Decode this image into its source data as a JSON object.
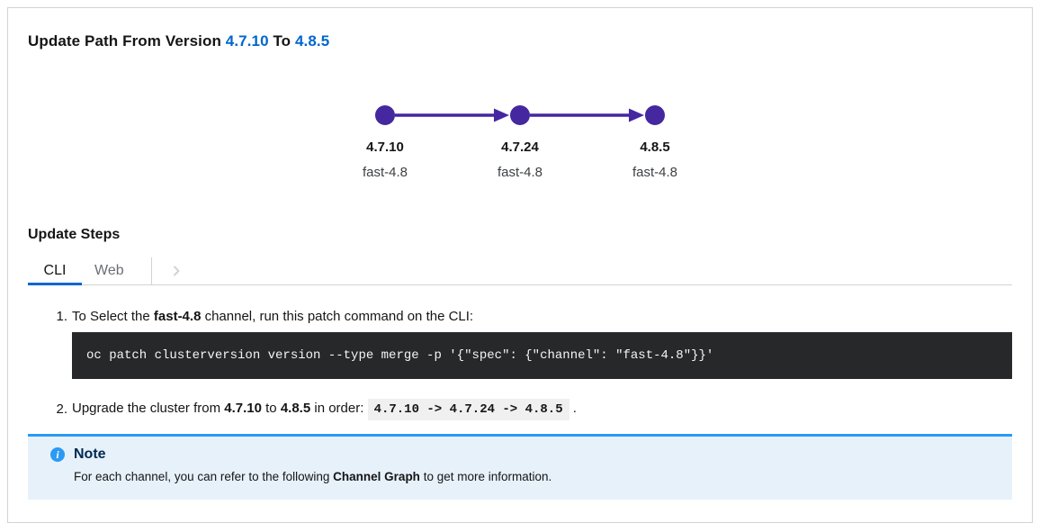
{
  "title": {
    "prefix": "Update Path From Version ",
    "from_version": "4.7.10",
    "middle": " To ",
    "to_version": "4.8.5"
  },
  "graph": {
    "nodes": [
      {
        "version": "4.7.10",
        "channel": "fast-4.8"
      },
      {
        "version": "4.7.24",
        "channel": "fast-4.8"
      },
      {
        "version": "4.8.5",
        "channel": "fast-4.8"
      }
    ],
    "node_color": "#4527a0"
  },
  "update_steps": {
    "heading": "Update Steps",
    "tabs": {
      "cli": "CLI",
      "web": "Web"
    },
    "scroll_icon": "chevron-right-icon",
    "step1": {
      "number": "1.",
      "text_pre": "To Select the ",
      "channel_bold": "fast-4.8",
      "text_post": " channel, run this patch command on the CLI:",
      "command": "oc patch clusterversion version --type merge -p '{\"spec\": {\"channel\": \"fast-4.8\"}}'"
    },
    "step2": {
      "number": "2.",
      "text_pre": "Upgrade the cluster from ",
      "from_version": "4.7.10",
      "text_mid": " to ",
      "to_version": "4.8.5",
      "text_post": " in order: ",
      "order_code": "4.7.10 -> 4.7.24 -> 4.8.5",
      "suffix": " ."
    }
  },
  "note": {
    "icon": "info-circle-icon",
    "title": "Note",
    "body_pre": "For each channel, you can refer to the following ",
    "body_bold": "Channel Graph",
    "body_post": " to get more information."
  },
  "colors": {
    "accent_blue": "#0066cc",
    "graph_purple": "#4527a0",
    "note_border_blue": "#2b9af3",
    "note_bg": "#e7f1fa",
    "code_block_bg": "#26282a",
    "card_border": "#d2d2d2"
  }
}
